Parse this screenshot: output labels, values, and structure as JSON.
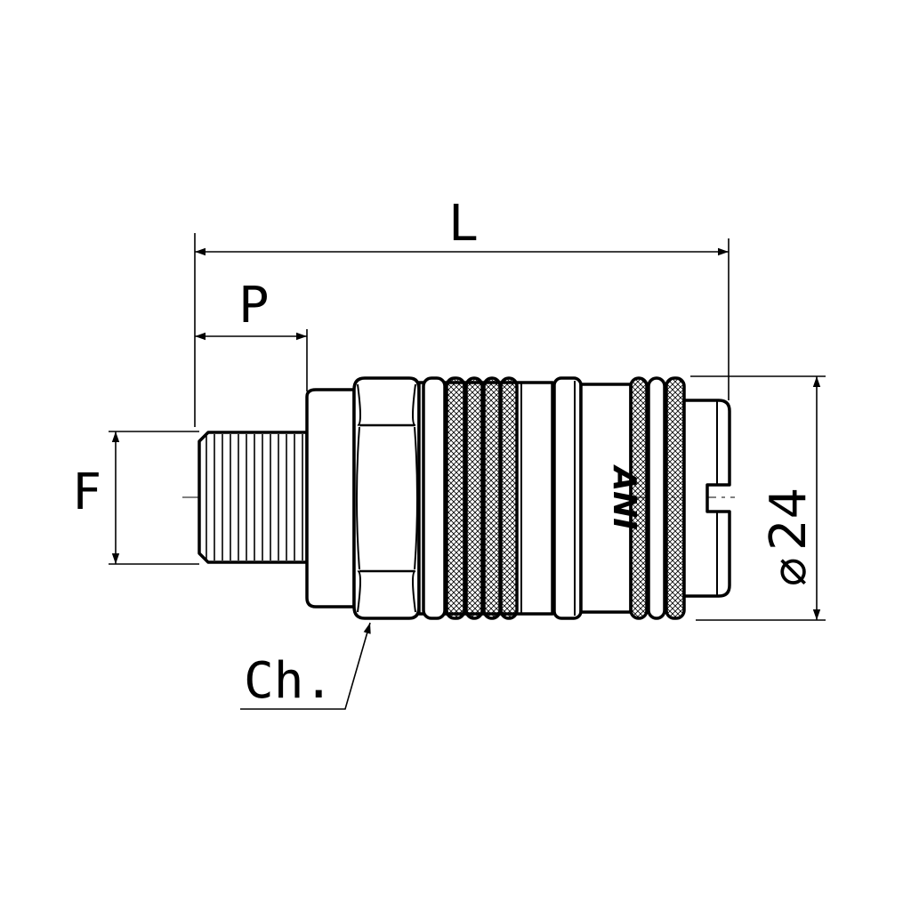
{
  "dimensions": {
    "length_label": "L",
    "thread_length_label": "P",
    "thread_size_label": "F",
    "wrench_label": "Ch.",
    "diameter_symbol": "⌀",
    "diameter_value": "24"
  },
  "logo": {
    "text": "ANI"
  },
  "colors": {
    "stroke": "#000000",
    "background": "#ffffff"
  }
}
